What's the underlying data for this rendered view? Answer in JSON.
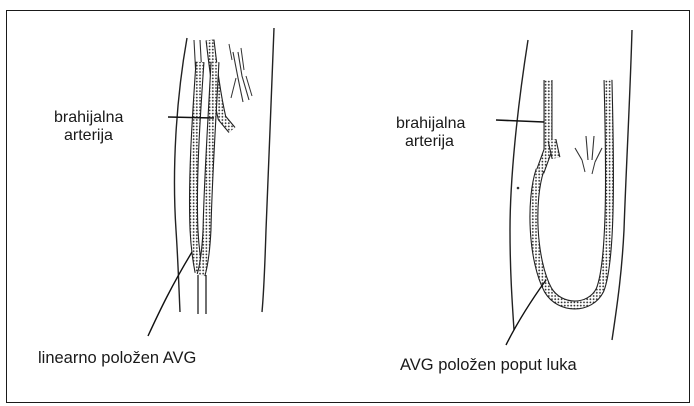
{
  "diagrams": [
    {
      "artery_label_line1": "brahijalna",
      "artery_label_line2": "arterija",
      "caption": "linearno položen AVG"
    },
    {
      "artery_label_line1": "brahijalna",
      "artery_label_line2": "arterija",
      "caption": "AVG položen poput luka"
    }
  ]
}
